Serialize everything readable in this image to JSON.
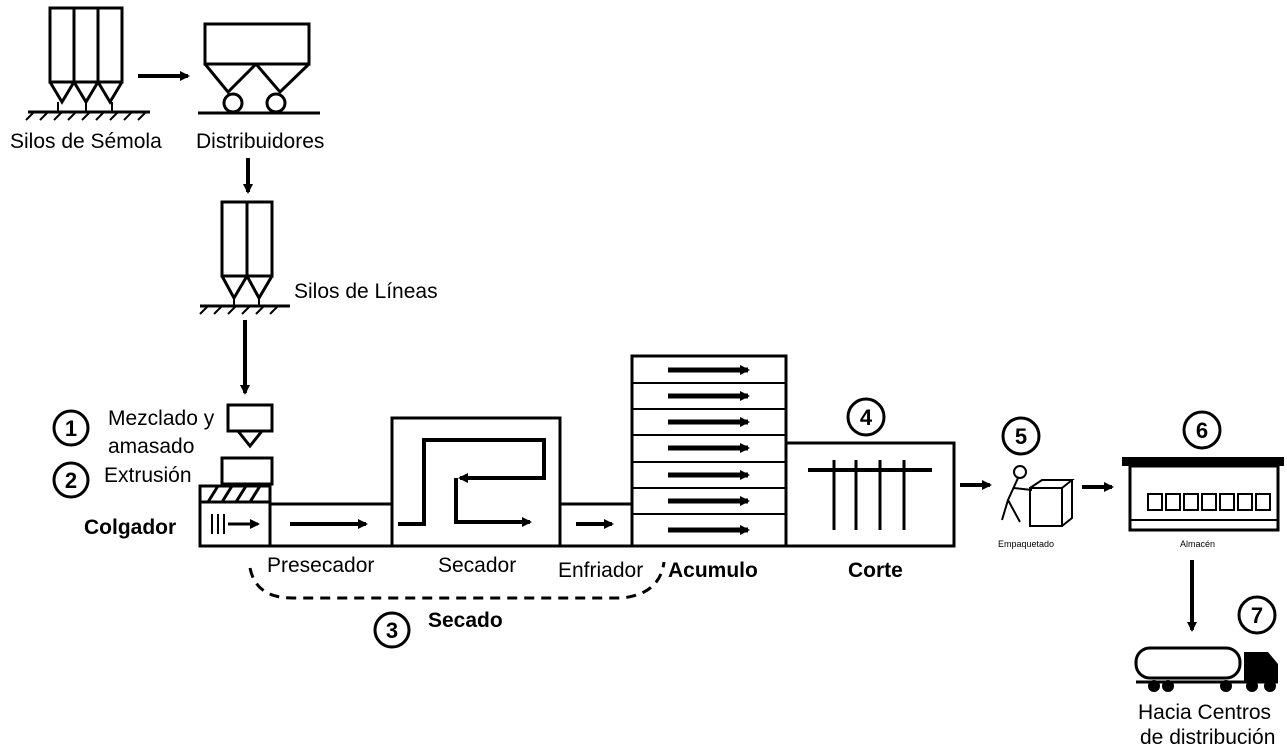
{
  "labels": {
    "silos_semola": "Silos de Sémola",
    "distribuidores": "Distribuidores",
    "silos_lineas": "Silos de Líneas",
    "mezclado_1": "Mezclado y",
    "mezclado_2": "amasado",
    "extrusion": "Extrusión",
    "colgador": "Colgador",
    "presecador": "Presecador",
    "secador": "Secador",
    "enfriador": "Enfriador",
    "acumulo": "Acumulo",
    "corte": "Corte",
    "secado": "Secado",
    "empaquetado": "Empaquetado",
    "almacen": "Almacén",
    "hacia_1": "Hacia Centros",
    "hacia_2": "de distribución"
  },
  "steps": {
    "s1": "1",
    "s2": "2",
    "s3": "3",
    "s4": "4",
    "s5": "5",
    "s6": "6",
    "s7": "7"
  }
}
